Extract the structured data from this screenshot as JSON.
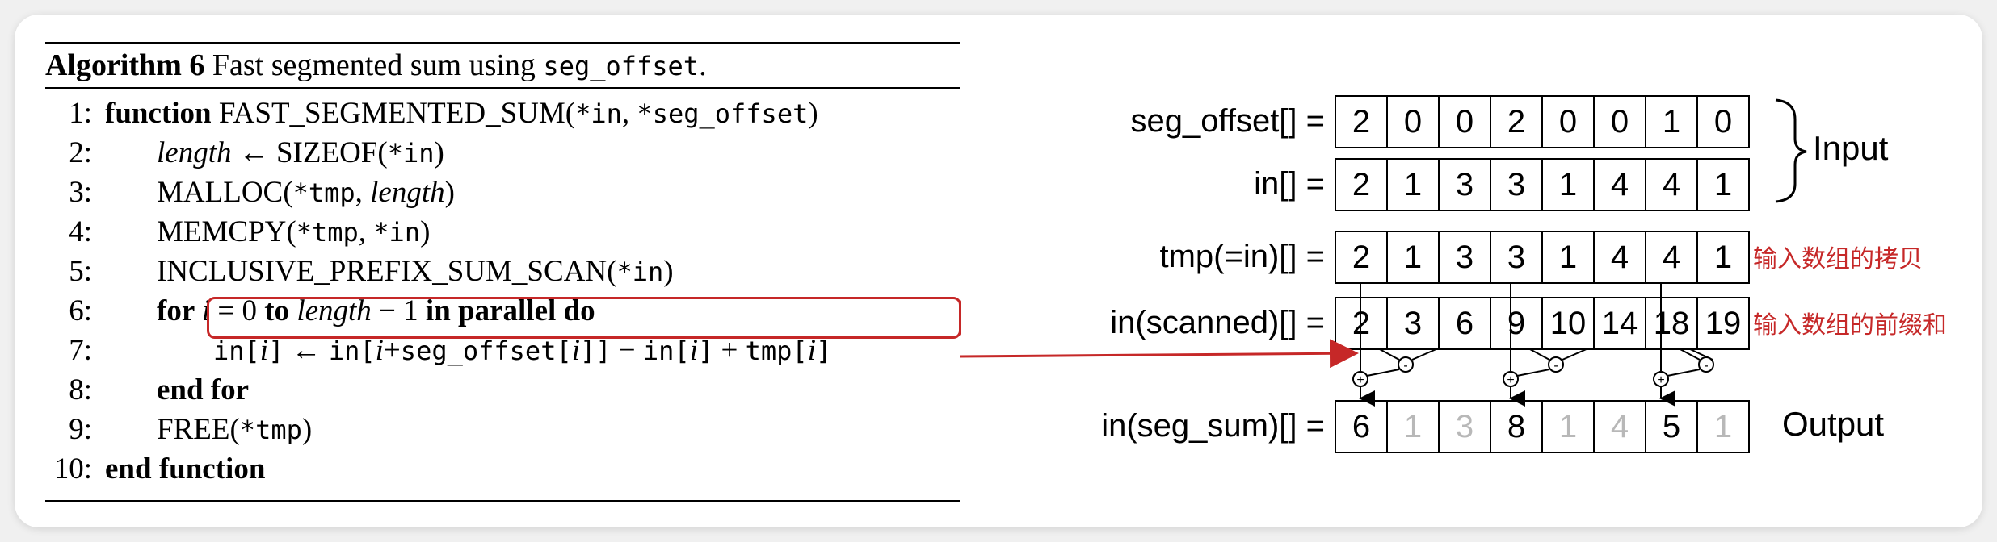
{
  "algorithm": {
    "label": "Algorithm 6",
    "title": "Fast segmented sum using",
    "title_code": "seg_offset",
    "title_end": ".",
    "lines": [
      {
        "num": "1:",
        "parts": [
          [
            "kw",
            "function "
          ],
          [
            "sc",
            "FAST_SEGMENTED_SUM"
          ],
          [
            "rm",
            "("
          ],
          [
            "mono",
            "*in"
          ],
          [
            "rm",
            ", "
          ],
          [
            "mono",
            "*seg_offset"
          ],
          [
            "rm",
            ")"
          ]
        ]
      },
      {
        "num": "2:",
        "parts": [
          [
            "it",
            "length"
          ],
          [
            "rm",
            " ← "
          ],
          [
            "sc",
            "SIZEOF"
          ],
          [
            "rm",
            "("
          ],
          [
            "mono",
            "*in"
          ],
          [
            "rm",
            ")"
          ]
        ]
      },
      {
        "num": "3:",
        "parts": [
          [
            "sc",
            "MALLOC"
          ],
          [
            "rm",
            "("
          ],
          [
            "mono",
            "*tmp"
          ],
          [
            "rm",
            ", "
          ],
          [
            "it",
            "length"
          ],
          [
            "rm",
            ")"
          ]
        ]
      },
      {
        "num": "4:",
        "parts": [
          [
            "sc",
            "MEMCPY"
          ],
          [
            "rm",
            "("
          ],
          [
            "mono",
            "*tmp"
          ],
          [
            "rm",
            ", "
          ],
          [
            "mono",
            "*in"
          ],
          [
            "rm",
            ")"
          ]
        ]
      },
      {
        "num": "5:",
        "parts": [
          [
            "sc",
            "INCLUSIVE_PREFIX_SUM_SCAN"
          ],
          [
            "rm",
            "("
          ],
          [
            "mono",
            "*in"
          ],
          [
            "rm",
            ")"
          ]
        ]
      },
      {
        "num": "6:",
        "parts": [
          [
            "kw",
            "for "
          ],
          [
            "it",
            "i"
          ],
          [
            "rm",
            " = 0 "
          ],
          [
            "kw",
            "to "
          ],
          [
            "it",
            "length"
          ],
          [
            "rm",
            " − 1 "
          ],
          [
            "kw",
            "in parallel do"
          ]
        ]
      },
      {
        "num": "7:",
        "parts": [
          [
            "mono",
            "in["
          ],
          [
            "it",
            "i"
          ],
          [
            "mono",
            "]"
          ],
          [
            "rm",
            " ← "
          ],
          [
            "mono",
            "in["
          ],
          [
            "it",
            "i"
          ],
          [
            "rm",
            "+"
          ],
          [
            "mono",
            "seg_offset["
          ],
          [
            "it",
            "i"
          ],
          [
            "mono",
            "]]"
          ],
          [
            "rm",
            " − "
          ],
          [
            "mono",
            "in["
          ],
          [
            "it",
            "i"
          ],
          [
            "mono",
            "]"
          ],
          [
            "rm",
            " + "
          ],
          [
            "mono",
            "tmp["
          ],
          [
            "it",
            "i"
          ],
          [
            "mono",
            "]"
          ]
        ]
      },
      {
        "num": "8:",
        "parts": [
          [
            "kw",
            "end for"
          ]
        ]
      },
      {
        "num": "9:",
        "parts": [
          [
            "sc",
            "FREE"
          ],
          [
            "rm",
            "("
          ],
          [
            "mono",
            "*tmp"
          ],
          [
            "rm",
            ")"
          ]
        ]
      },
      {
        "num": "10:",
        "parts": [
          [
            "kw",
            "end function"
          ]
        ]
      }
    ]
  },
  "diagram": {
    "rows": [
      {
        "label": "seg_offset[] =",
        "values": [
          "2",
          "0",
          "0",
          "2",
          "0",
          "0",
          "1",
          "0"
        ],
        "dim": []
      },
      {
        "label": "in[] =",
        "values": [
          "2",
          "1",
          "3",
          "3",
          "1",
          "4",
          "4",
          "1"
        ],
        "dim": []
      },
      {
        "label": "tmp(=in)[] =",
        "values": [
          "2",
          "1",
          "3",
          "3",
          "1",
          "4",
          "4",
          "1"
        ],
        "dim": []
      },
      {
        "label": "in(scanned)[] =",
        "values": [
          "2",
          "3",
          "6",
          "9",
          "10",
          "14",
          "18",
          "19"
        ],
        "dim": []
      },
      {
        "label": "in(seg_sum)[] =",
        "values": [
          "6",
          "1",
          "3",
          "8",
          "1",
          "4",
          "5",
          "1"
        ],
        "dim": [
          1,
          2,
          4,
          5,
          7
        ]
      }
    ],
    "input_label": "Input",
    "output_label": "Output",
    "note_tmp": "输入数组的拷贝",
    "note_scanned": "输入数组的前缀和",
    "plus_sign": "+",
    "minus_sign": "-",
    "colors": {
      "highlight": "#c62828",
      "dim": "#b8b8b8"
    }
  }
}
